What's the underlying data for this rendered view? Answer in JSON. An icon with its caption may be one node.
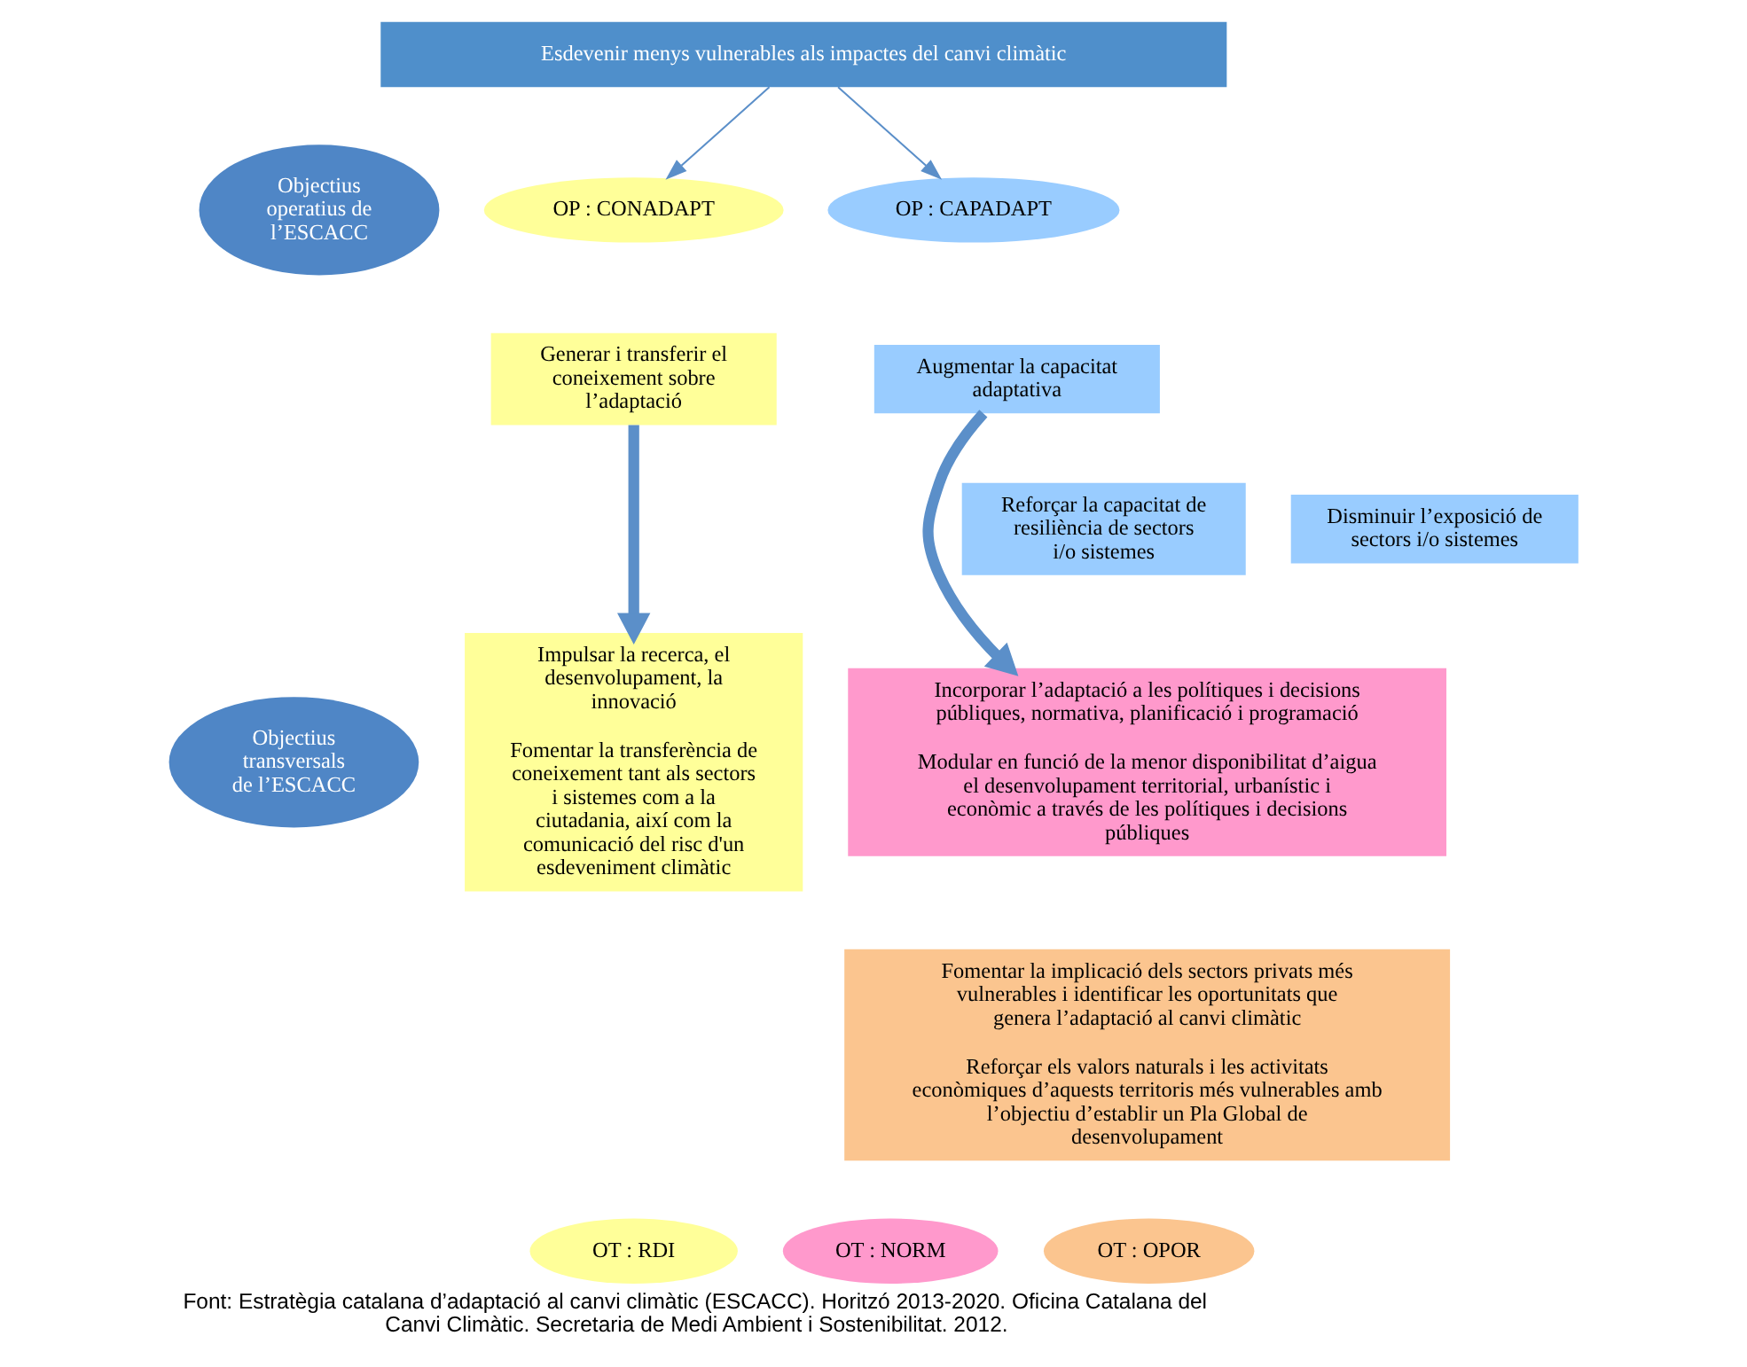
{
  "diagram": {
    "caption": "Font: Estratègia catalana d’adaptació al canvi climàtic (ESCACC). Horitzó 2013-2020. Oficina Catalana del Canvi Climàtic. Secretaria de Medi Ambient i Sostenibilitat. 2012.",
    "nodes": [
      {
        "text": [
          "Esdevenir menys vulnerables als impactes del canvi climàtic"
        ]
      },
      {
        "text": [
          "OP : CONADAPT"
        ]
      },
      {
        "text": [
          "OP : CAPADAPT"
        ]
      },
      {
        "text": [
          "Objectius operatius de l’ESCACC"
        ]
      },
      {
        "text": [
          "Generar i transferir el coneixement sobre l’adaptació"
        ]
      },
      {
        "text": [
          "Augmentar la capacitat adaptativa"
        ]
      },
      {
        "text": [
          "Reforçar la capacitat de resiliència de sectors i/o sistemes"
        ]
      },
      {
        "text": [
          "Disminuir l’exposició de sectors i/o sistemes"
        ]
      },
      {
        "text": [
          "Objectius transversals de l’ESCACC"
        ]
      },
      {
        "text": [
          "Impulsar la recerca, el desenvolupament, la innovació",
          "Fomentar la transferència de coneixement tant als sectors i sistemes com a la ciutadania, així com la comunicació del risc d'un esdeveniment climàtic"
        ]
      },
      {
        "text": [
          "Incorporar l’adaptació a les polítiques i decisions públiques, normativa, planificació i programació",
          "Modular en funció de la menor disponibilitat d’aigua el desenvolupament territorial, urbanístic i econòmic a través de les polítiques i decisions públiques"
        ]
      },
      {
        "text": [
          "Fomentar la implicació dels sectors privats més vulnerables i identificar les oportunitats que genera l’adaptació al canvi climàtic",
          "Reforçar els valors naturals i les activitats econòmiques d’aquests territoris més vulnerables amb l’objectiu d’establir un Pla Global de desenvolupament"
        ]
      },
      {
        "text": [
          "OT : RDI"
        ]
      },
      {
        "text": [
          "OT : NORM"
        ]
      },
      {
        "text": [
          "OT : OPOR"
        ]
      }
    ],
    "edges": [
      {
        "from": 0,
        "to": 1,
        "arrow": "to"
      },
      {
        "from": 0,
        "to": 2,
        "arrow": "to"
      },
      {
        "from": 4,
        "to": 9,
        "arrow": "to",
        "style": "thick"
      },
      {
        "from": 5,
        "to": 10,
        "arrow": "to",
        "style": "thick"
      }
    ]
  }
}
